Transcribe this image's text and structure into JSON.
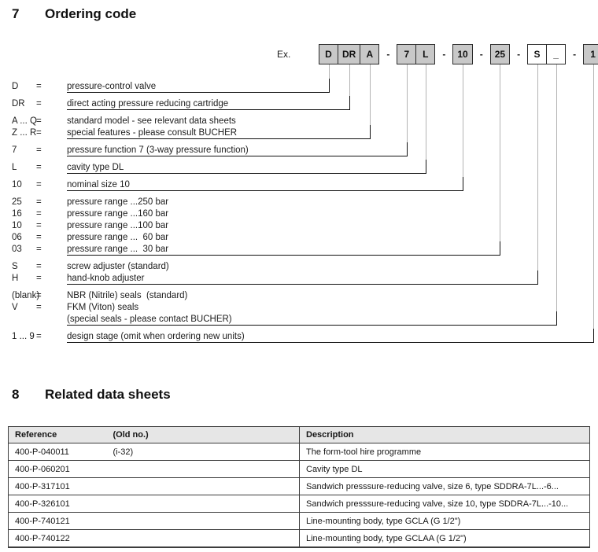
{
  "section7": {
    "number": "7",
    "title": "Ordering code"
  },
  "ordering": {
    "example_label": "Ex.",
    "separator": "-",
    "boxes": [
      {
        "cells": [
          {
            "text": "D",
            "key": "D",
            "style": "gray"
          },
          {
            "text": "DR",
            "key": "DR",
            "style": "gray"
          },
          {
            "text": "A",
            "key": "A",
            "style": "gray"
          }
        ]
      },
      {
        "cells": [
          {
            "text": "7",
            "key": "7",
            "style": "gray"
          },
          {
            "text": "L",
            "key": "L",
            "style": "gray"
          }
        ]
      },
      {
        "cells": [
          {
            "text": "10",
            "key": "10",
            "style": "gray"
          }
        ]
      },
      {
        "cells": [
          {
            "text": "25",
            "key": "25",
            "style": "gray"
          }
        ]
      },
      {
        "cells": [
          {
            "text": "S",
            "key": "S",
            "style": "white"
          },
          {
            "text": "_",
            "key": "_",
            "style": "white"
          }
        ]
      },
      {
        "cells": [
          {
            "text": "1",
            "key": "1",
            "style": "gray"
          }
        ]
      }
    ],
    "groups": [
      {
        "rows": [
          {
            "code": "D",
            "eq": "=",
            "desc": "pressure-control valve",
            "conn": "D"
          }
        ]
      },
      {
        "rows": [
          {
            "code": "DR",
            "eq": "=",
            "desc": "direct acting pressure reducing cartridge",
            "conn": "DR"
          }
        ]
      },
      {
        "rows": [
          {
            "code": "A ... Q",
            "eq": "=",
            "desc": "standard model - see relevant data sheets"
          },
          {
            "code": "Z ... R",
            "eq": "=",
            "desc": "special features - please consult BUCHER",
            "conn": "A"
          }
        ]
      },
      {
        "rows": [
          {
            "code": "7",
            "eq": "=",
            "desc": "pressure function 7 (3-way pressure function)",
            "conn": "7"
          }
        ]
      },
      {
        "rows": [
          {
            "code": "L",
            "eq": "=",
            "desc": "cavity type DL",
            "conn": "L"
          }
        ]
      },
      {
        "rows": [
          {
            "code": "10",
            "eq": "=",
            "desc": "nominal size 10",
            "conn": "10"
          }
        ]
      },
      {
        "rows": [
          {
            "code": "25",
            "eq": "=",
            "desc": "pressure range ...250 bar"
          },
          {
            "code": "16",
            "eq": "=",
            "desc": "pressure range ...160 bar"
          },
          {
            "code": "10",
            "eq": "=",
            "desc": "pressure range ...100 bar"
          },
          {
            "code": "06",
            "eq": "=",
            "desc": "pressure range ...  60 bar"
          },
          {
            "code": "03",
            "eq": "=",
            "desc": "pressure range ...  30 bar",
            "conn": "25"
          }
        ]
      },
      {
        "rows": [
          {
            "code": "S",
            "eq": "=",
            "desc": "screw adjuster (standard)"
          },
          {
            "code": "H",
            "eq": "=",
            "desc": "hand-knob adjuster",
            "conn": "S"
          }
        ]
      },
      {
        "rows": [
          {
            "code": "(blank)",
            "eq": "=",
            "desc": "NBR (Nitrile) seals  (standard)"
          },
          {
            "code": "V",
            "eq": "=",
            "desc": "FKM (Viton) seals"
          },
          {
            "code": "",
            "eq": "",
            "desc": "(special seals - please contact BUCHER)",
            "conn": "_"
          }
        ]
      },
      {
        "rows": [
          {
            "code": "1 ... 9",
            "eq": "=",
            "desc": "design stage (omit when ordering new units)",
            "conn": "1"
          }
        ]
      }
    ]
  },
  "section8": {
    "number": "8",
    "title": "Related data sheets"
  },
  "table": {
    "headers": [
      "Reference",
      "(Old no.)",
      "Description"
    ],
    "rows": [
      [
        "400-P-040011",
        "(i-32)",
        "The form-tool hire programme"
      ],
      [
        "400-P-060201",
        "",
        "Cavity type DL"
      ],
      [
        "400-P-317101",
        "",
        "Sandwich presssure-reducing valve, size 6, type SDDRA-7L...-6..."
      ],
      [
        "400-P-326101",
        "",
        "Sandwich presssure-reducing valve, size 10, type SDDRA-7L...-10..."
      ],
      [
        "400-P-740121",
        "",
        "Line-mounting body, type GCLA (G 1/2\")"
      ],
      [
        "400-P-740122",
        "",
        "Line-mounting body, type GCLAA (G 1/2\")"
      ]
    ]
  },
  "colors": {
    "box_gray": "#c8c8c8",
    "box_white": "#ffffff",
    "line_black": "#111111",
    "line_gray": "#b3b3b3",
    "table_header_bg": "#e6e6e6"
  }
}
